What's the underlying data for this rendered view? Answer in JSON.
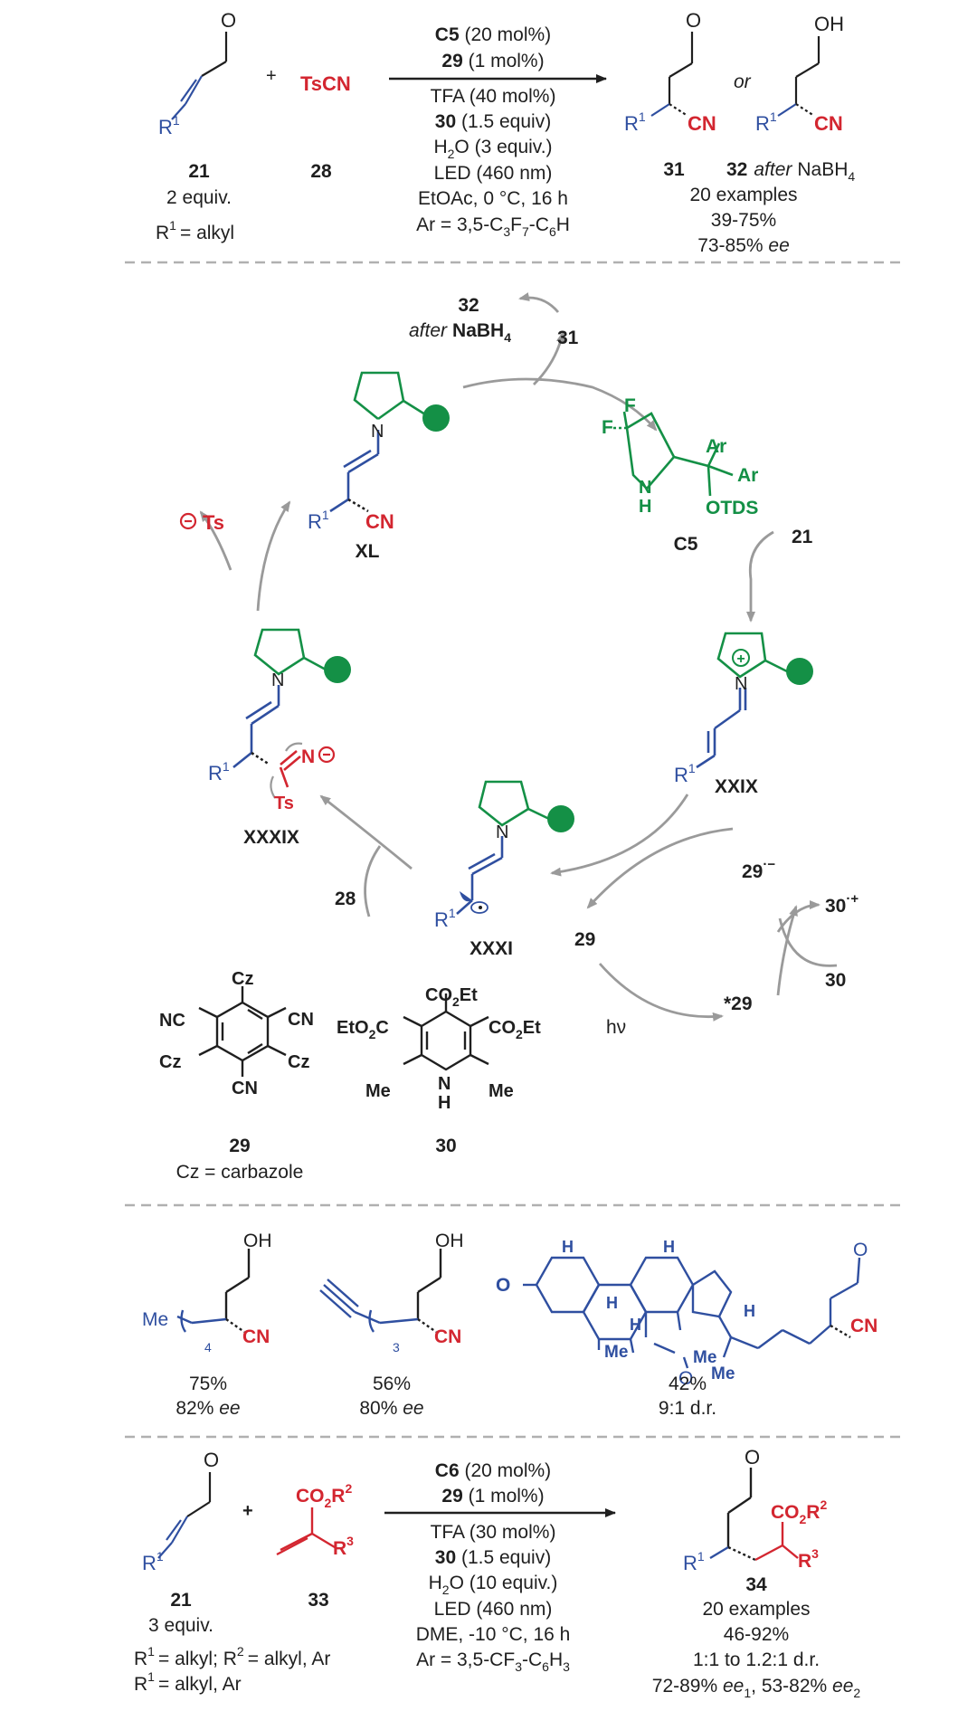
{
  "colors": {
    "black": "#1f1f1f",
    "blue": "#2f4fa0",
    "red": "#d32630",
    "green": "#149046",
    "grey_arrow": "#9a9a9a",
    "divider": "#b0b0b0"
  },
  "labels": {
    "r1": "R",
    "one": "1",
    "two": "2",
    "three": "3",
    "four": "4",
    "o": "O",
    "oh": "OH",
    "cn": "CN",
    "h": "H",
    "n": "N",
    "f": "F",
    "ar": "Ar",
    "ts": "Ts",
    "me": "Me",
    "cz": "Cz",
    "nc": "NC",
    "co2et": "CO",
    "et": "Et",
    "sub2": "2",
    "plus": "+",
    "or": "or",
    "otds": "OTDS"
  },
  "scheme1": {
    "cmpd21": "21",
    "cmpd28": "28",
    "tscn": "TsCN",
    "equiv21": "2 equiv.",
    "r1_alkyl": "= alkyl",
    "cond_c5": "C5",
    "cond_c5_amt": " (20 mol%)",
    "cond_29": "29",
    "cond_29_amt": " (1 mol%)",
    "cond_tfa": "TFA (40 mol%)",
    "cond_30": "30",
    "cond_30_amt": " (1.5 equiv)",
    "cond_h2o_a": "H",
    "cond_h2o_b": "O (3 equiv.)",
    "cond_led": "LED (460 nm)",
    "cond_solvent": "EtOAc, 0 °C, 16 h",
    "cond_ar_a": "Ar = 3,5-C",
    "cond_ar_b": "F",
    "cond_ar_c": "-C",
    "cond_ar_d": "H",
    "sub3": "3",
    "sub7": "7",
    "sub6": "6",
    "cmpd31": "31",
    "cmpd32": "32",
    "after": "after",
    "nabh": "NaBH",
    "examples": "20 examples",
    "yield": "39-75%",
    "ee_val": "73-85% ",
    "ee": "ee"
  },
  "cycle": {
    "c5": "C5",
    "xl": "XL",
    "xxix": "XXIX",
    "xxxi": "XXXI",
    "xxxix": "XXXIX",
    "n21": "21",
    "n28": "28",
    "n29": "29",
    "n29rad": "29",
    "n29star": "*29",
    "n30": "30",
    "n30rad": "30",
    "n31": "31",
    "n32": "32",
    "after": "after",
    "nabh": "NaBH",
    "hv": "hν",
    "ts_anion": "Ts",
    "cz_note": "Cz = carbazole",
    "pc29": "29",
    "hantzsch30": "30"
  },
  "examples": {
    "ex1_yield": "75%",
    "ex1_ee": "82% ",
    "ex2_yield": "56%",
    "ex2_ee": "80% ",
    "ex3_yield": "42%",
    "ex3_dr": "9:1 d.r."
  },
  "scheme2": {
    "cmpd21": "21",
    "cmpd33": "33",
    "cmpd34": "34",
    "equiv21": "3 equiv.",
    "rdef1": "= alkyl; R",
    "rdef2": "= alkyl, Ar",
    "rdef3": "= alkyl, Ar",
    "cond_c6": "C6",
    "cond_c6_amt": " (20 mol%)",
    "cond_29": "29",
    "cond_29_amt": " (1 mol%)",
    "cond_tfa": "TFA (30 mol%)",
    "cond_30": "30",
    "cond_30_amt": " (1.5 equiv)",
    "cond_h2o_a": "H",
    "cond_h2o_b": "O (10 equiv.)",
    "cond_led": "LED (460 nm)",
    "cond_solvent": "DME, -10 °C, 16 h",
    "cond_ar": "Ar = 3,5-CF",
    "cond_ar_b": "-C",
    "cond_ar_c": "H",
    "examples": "20 examples",
    "yield": "46-92%",
    "dr": "1:1 to 1.2:1 d.r.",
    "ee_a": "72-89% ",
    "ee_b": ", 53-82% ",
    "ee": "ee"
  }
}
